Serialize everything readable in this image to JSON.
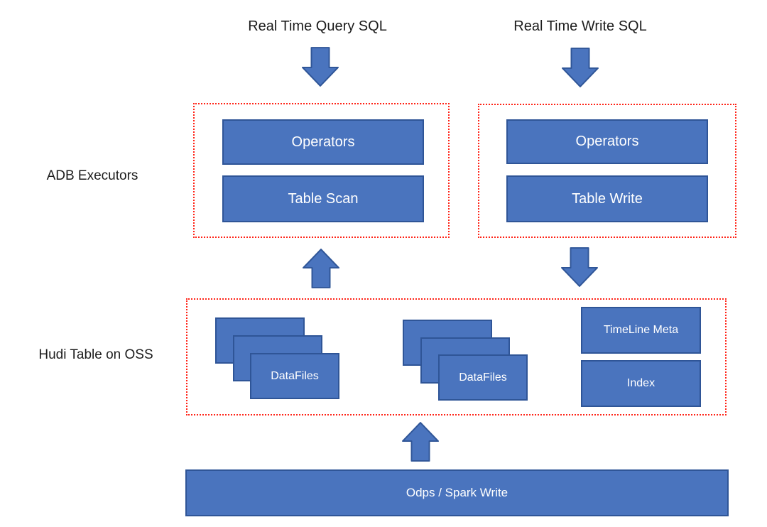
{
  "colors": {
    "node_fill": "#4A74BE",
    "node_border": "#2F5597",
    "dashed_border": "#FF2418",
    "node_text": "#FFFFFF",
    "label_text": "#1C1C1C",
    "background": "#FFFFFF"
  },
  "top": {
    "query_label": "Real Time Query SQL",
    "write_label": "Real Time Write SQL"
  },
  "adb_executors": {
    "side_label": "ADB Executors",
    "query_group": {
      "operators": "Operators",
      "table_scan": "Table Scan"
    },
    "write_group": {
      "operators": "Operators",
      "table_write": "Table Write"
    }
  },
  "hudi": {
    "side_label": "Hudi Table on OSS",
    "datafiles_left": "DataFiles",
    "datafiles_right": "DataFiles",
    "timeline_meta": "TimeLine Meta",
    "index": "Index"
  },
  "bottom": {
    "bar_label": "Odps / Spark Write"
  },
  "icons": {
    "query_flow": "down-arrow",
    "write_flow": "down-arrow",
    "read_from_hudi": "up-arrow",
    "write_to_hudi": "down-arrow",
    "ingest_to_hudi": "up-arrow"
  }
}
